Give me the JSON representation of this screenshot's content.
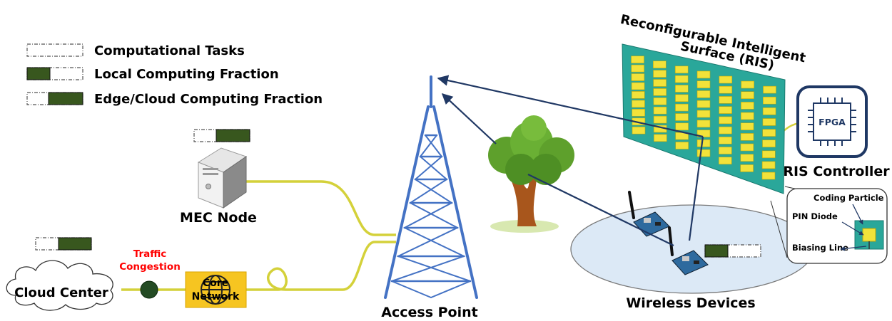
{
  "legend": {
    "items": [
      {
        "label": "Computational Tasks"
      },
      {
        "label": "Local Computing Fraction"
      },
      {
        "label": "Edge/Cloud Computing Fraction"
      }
    ]
  },
  "nodes": {
    "mec_label": "MEC Node",
    "cloud_label": "Cloud Center",
    "core_network_line1": "Core",
    "core_network_line2": "Network",
    "congestion_line1": "Traffic",
    "congestion_line2": "Congestion",
    "access_point_label": "Access Point",
    "wireless_devices_label": "Wireless Devices"
  },
  "ris": {
    "title_line1": "Reconfigurable Intelligent",
    "title_line2": "Surface (RIS)",
    "controller_label": "RIS Controller",
    "fpga_label": "FPGA"
  },
  "detail": {
    "coding_particle": "Coding Particle",
    "pin_diode": "PIN Diode",
    "biasing_line": "Biasing Line"
  },
  "colors": {
    "task_fill": "#38571e",
    "fiber": "#d4d13a",
    "tower": "#4472c4",
    "ris_panel": "#2aa79a",
    "ris_element": "#f2e23a",
    "congestion_text": "#ff0000",
    "core_box": "#f6c521",
    "controller_border": "#1f3864",
    "arrow": "#203864"
  }
}
